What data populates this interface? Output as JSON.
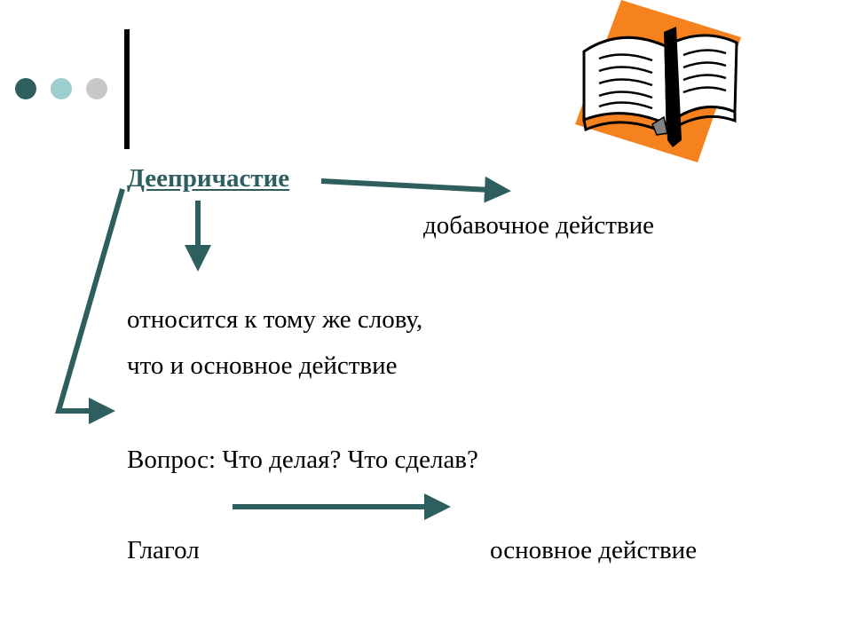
{
  "slide": {
    "title_word": "Деепричастие",
    "extra_action": "добавочное действие",
    "relates_line1": "относится к тому же слову,",
    "relates_line2": "что и основное действие",
    "question": "Вопрос: Что делая? Что сделав?",
    "verb": "Глагол",
    "main_action": "основное действие"
  },
  "colors": {
    "accent": "#2e5e5e",
    "dot_light": "#9dcdcd",
    "dot_gray": "#c8c8c8",
    "book_bg": "#f5821f"
  },
  "icons": {
    "book": "open-book-with-pen-icon"
  }
}
